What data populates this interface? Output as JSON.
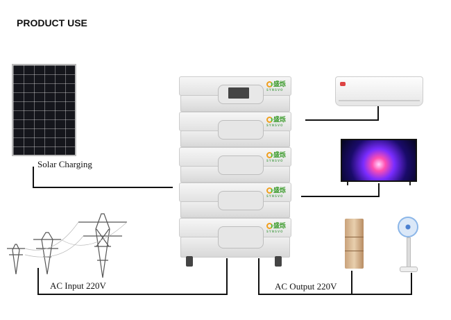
{
  "title": "PRODUCT USE",
  "labels": {
    "solar": "Solar Charging",
    "ac_input": "AC Input 220V",
    "ac_output": "AC Output 220V"
  },
  "brand": {
    "name_cn": "盛烁",
    "name_en": "SYNSVO"
  },
  "colors": {
    "line": "#111111",
    "brand_green": "#3a9a2a",
    "brand_orange": "#f0a020"
  }
}
